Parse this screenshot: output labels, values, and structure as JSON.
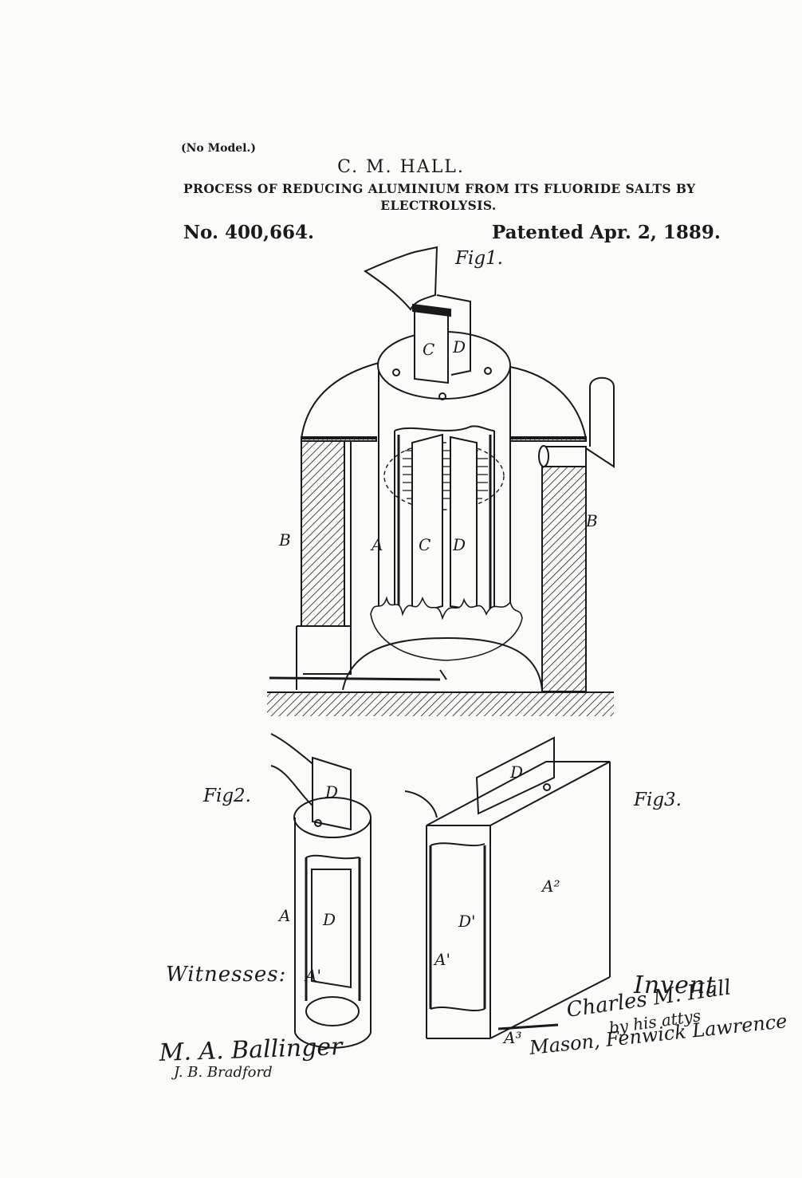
{
  "header": {
    "no_model": "(No Model.)",
    "inventor": "C. M. HALL.",
    "title_line1": "PROCESS OF REDUCING ALUMINIUM FROM ITS FLUORIDE SALTS BY",
    "title_line2": "ELECTROLYSIS.",
    "patent_number": "No. 400,664.",
    "patent_date": "Patented Apr. 2, 1889."
  },
  "figures": {
    "fig1_label": "Fig1.",
    "fig2_label": "Fig2.",
    "fig3_label": "Fig3."
  },
  "reference_letters": {
    "C": "C",
    "D": "D",
    "A": "A",
    "B": "B",
    "A1": "A'",
    "A2": "A²",
    "A3": "A³",
    "D1": "D'"
  },
  "footer": {
    "witnesses_label": "Witnesses:",
    "inventor_label": "Invent",
    "witness_sig_1": "M. A. Ballinger",
    "witness_sig_2": "J. B. Bradford",
    "inventor_sig": "Charles M. Hall",
    "by_attys": "by his attys",
    "attorneys_sig": "Mason, Fenwick Lawrence"
  },
  "colors": {
    "ink": "#1a1a1a",
    "paper": "#fbfbf9"
  }
}
